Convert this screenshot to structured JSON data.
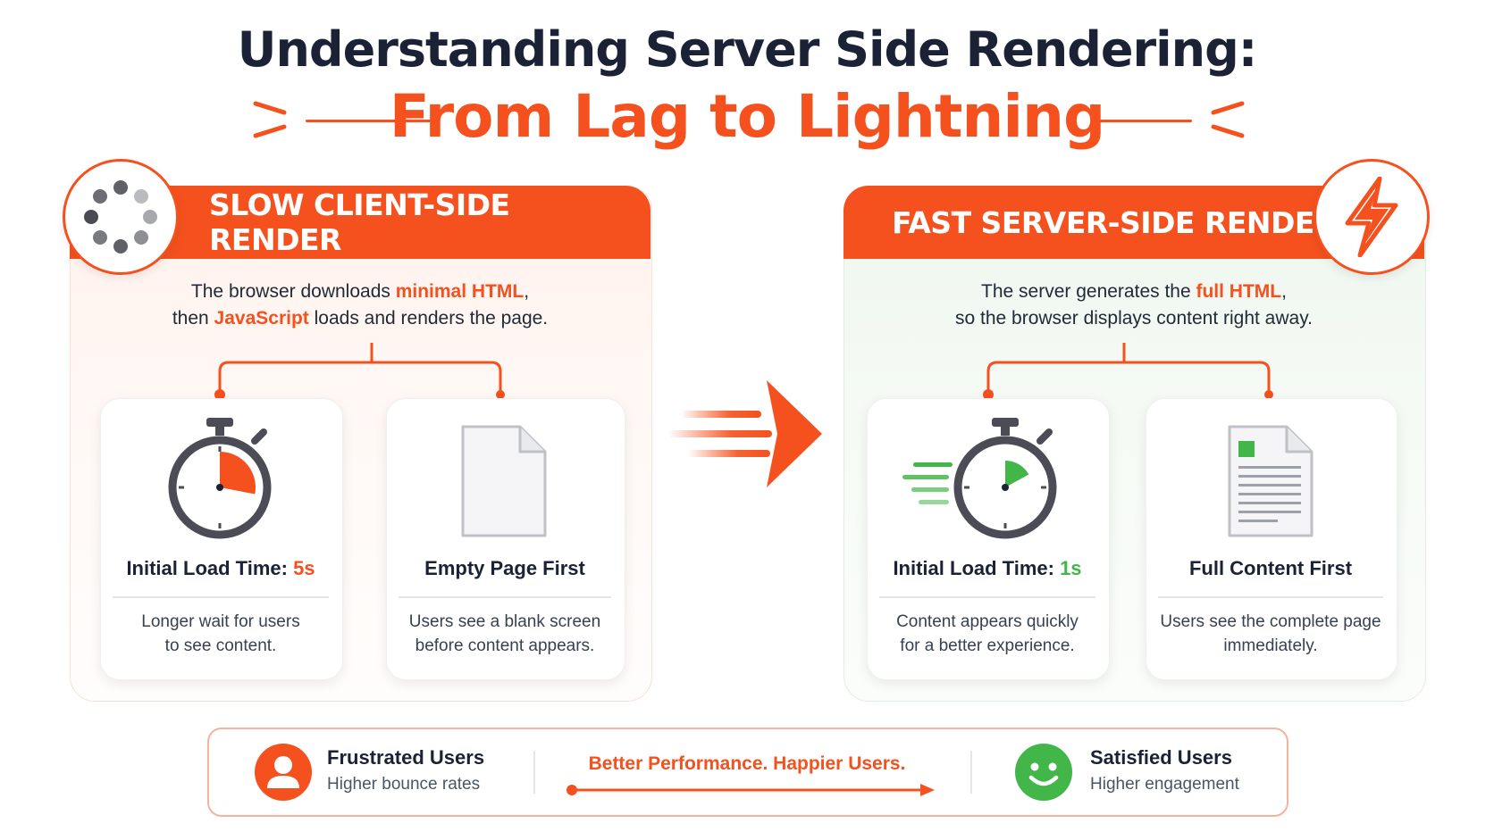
{
  "header": {
    "title_line1": "Understanding Server Side Rendering:",
    "title_line2": "From Lag to Lightning"
  },
  "left": {
    "banner": "SLOW CLIENT-SIDE RENDER",
    "icon": "spinner-icon",
    "desc": {
      "p1": "The browser downloads ",
      "h1": "minimal HTML",
      "p2": ",",
      "p3": "then ",
      "h2": "JavaScript",
      "p4": " loads and renders the page."
    },
    "cards": [
      {
        "icon": "stopwatch-icon",
        "title_prefix": "Initial Load Time: ",
        "title_value": "5s",
        "text1": "Longer wait for users",
        "text2": "to see content."
      },
      {
        "icon": "blank-document-icon",
        "title": "Empty Page First",
        "text1": "Users see a blank screen",
        "text2": "before content appears."
      }
    ]
  },
  "right": {
    "banner": "FAST SERVER-SIDE RENDER",
    "icon": "lightning-icon",
    "desc": {
      "p1": "The server generates the ",
      "h1": "full HTML",
      "p2": ",",
      "p3": "so the browser displays content right away."
    },
    "cards": [
      {
        "icon": "fast-stopwatch-icon",
        "title_prefix": "Initial Load Time: ",
        "title_value": "1s",
        "text1": "Content appears quickly",
        "text2": "for a better experience."
      },
      {
        "icon": "full-document-icon",
        "title": "Full Content First",
        "text1": "Users see the complete page",
        "text2": "immediately."
      }
    ]
  },
  "bottom": {
    "left_name": "Frustrated Users",
    "left_sub": "Higher bounce rates",
    "middle": "Better Performance. Happier Users.",
    "right_name": "Satisfied Users",
    "right_sub": "Higher engagement"
  },
  "colors": {
    "accent": "#f4511e",
    "success": "#43b649",
    "navy": "#1b2235"
  },
  "stopwatch_fill": {
    "slow_fraction": 0.28,
    "fast_fraction": 0.17
  }
}
